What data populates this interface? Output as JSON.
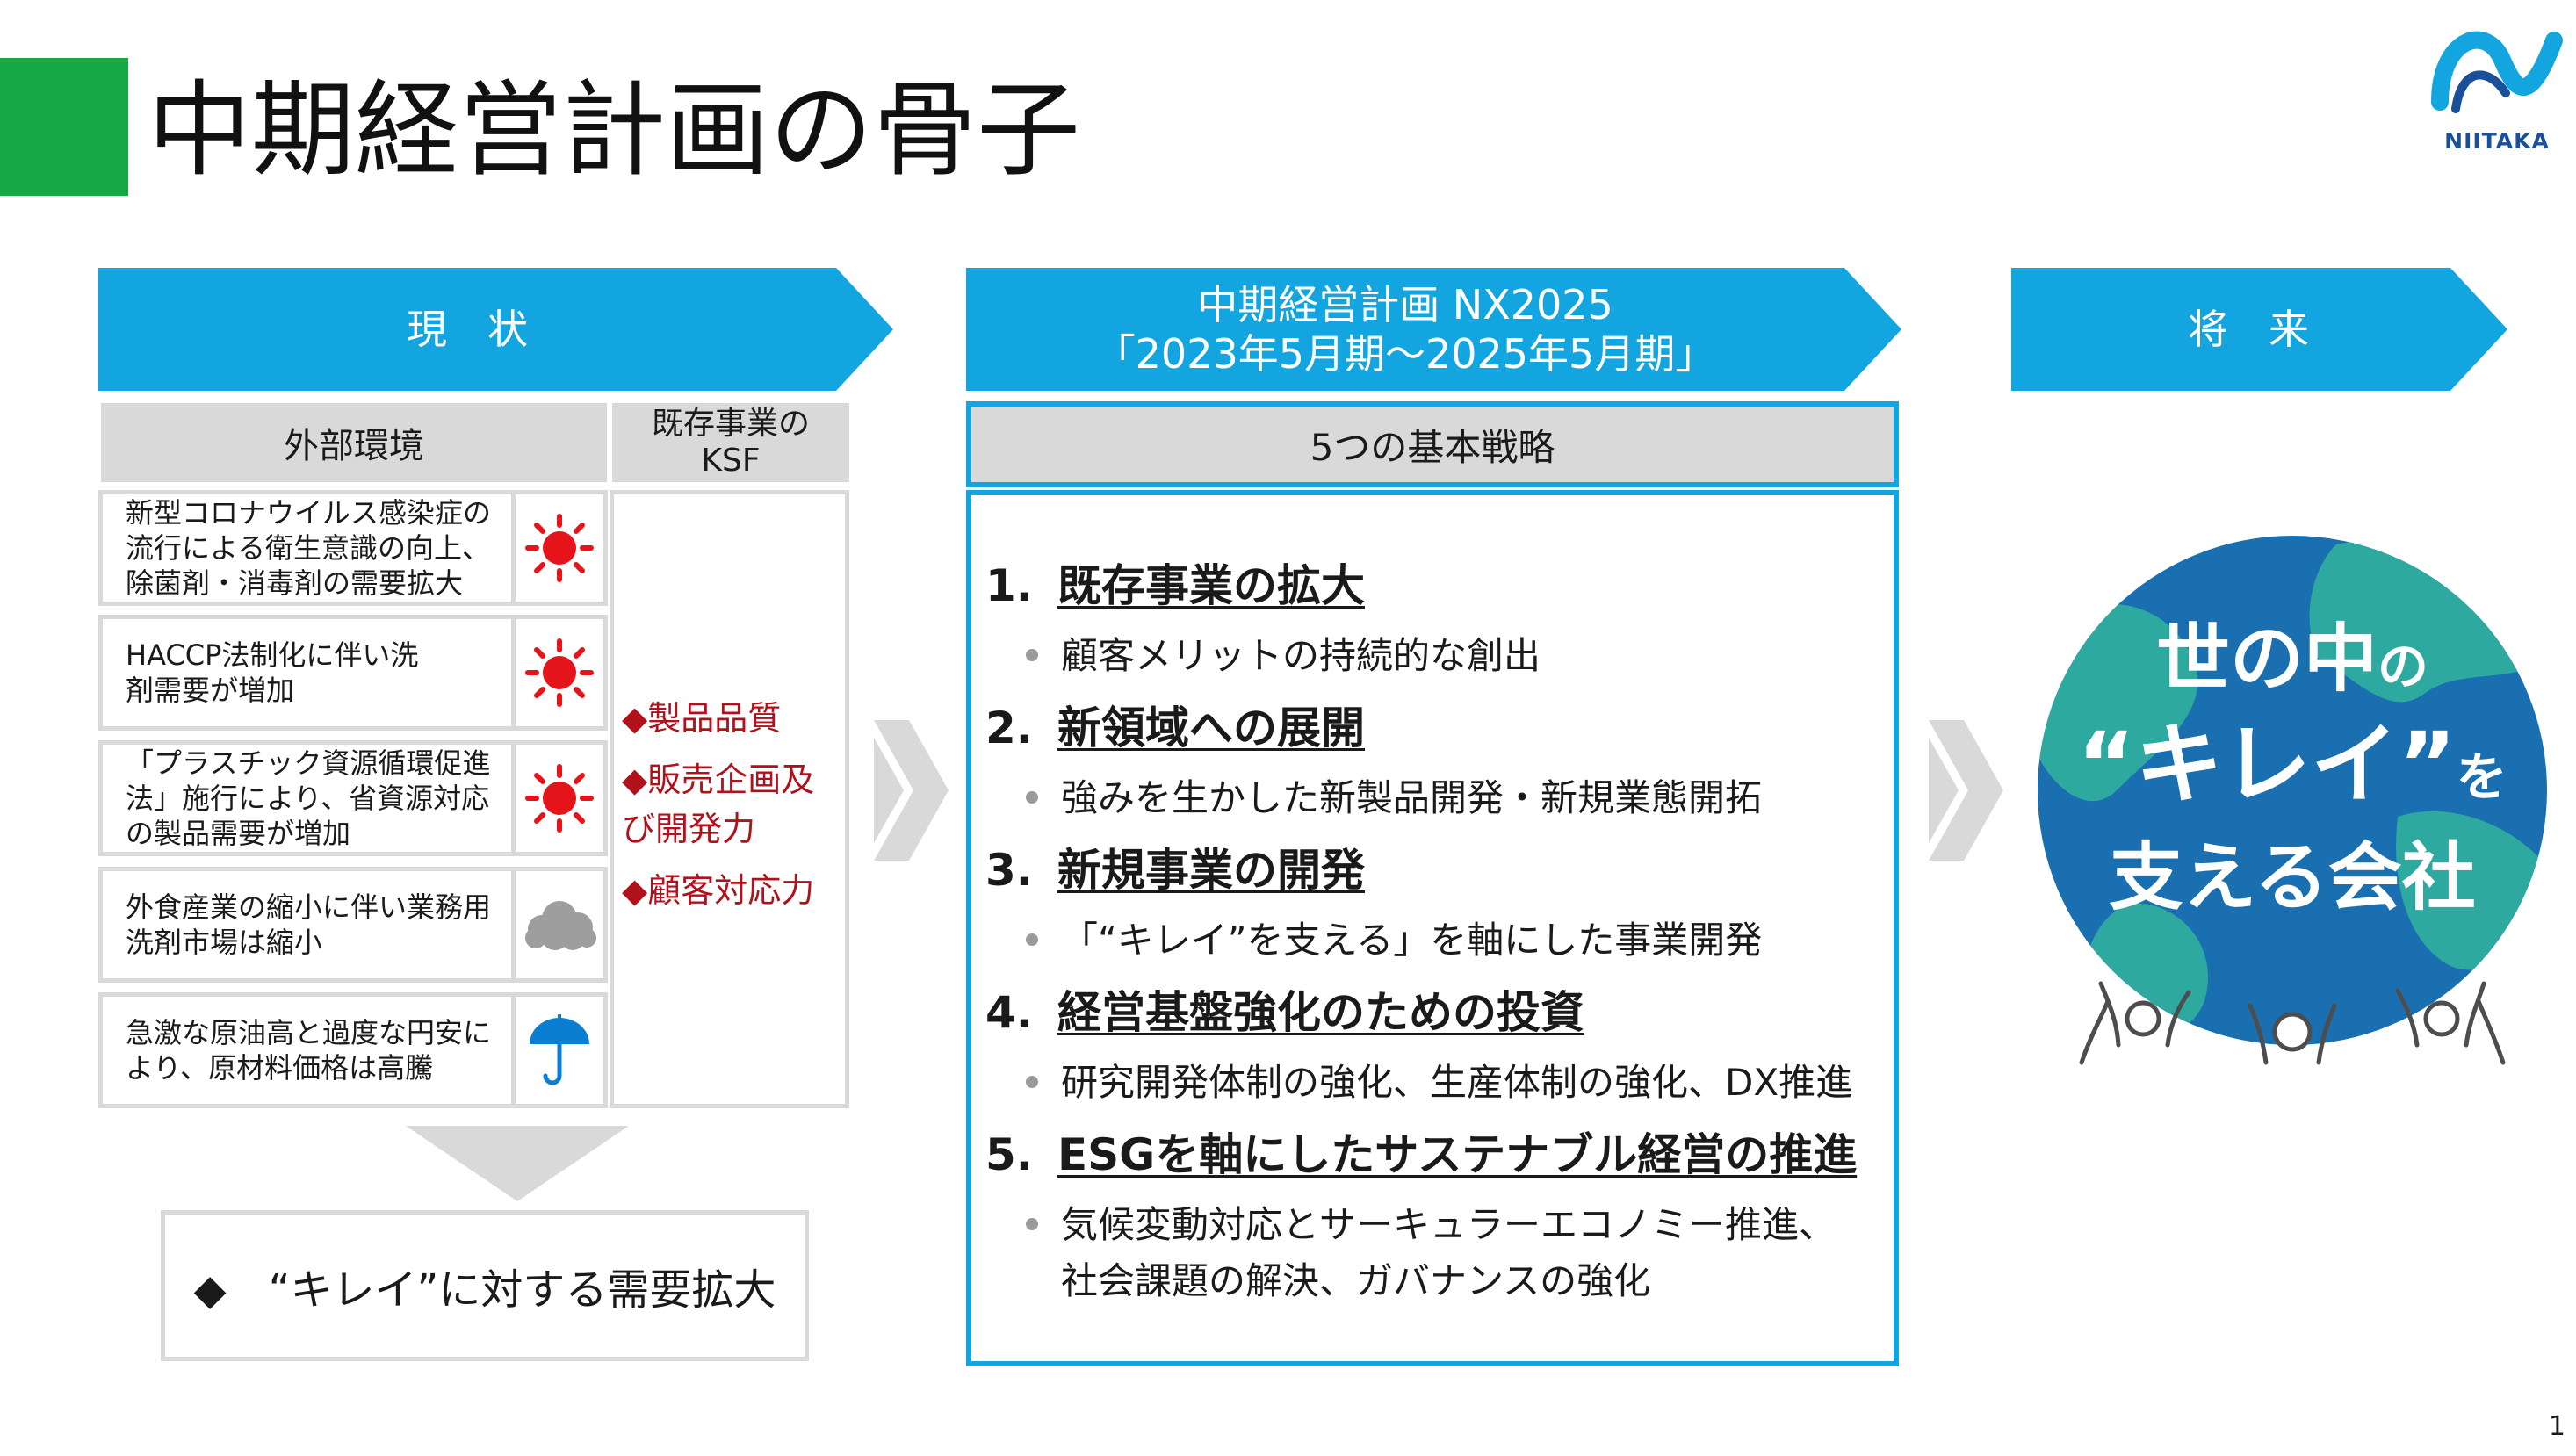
{
  "page": {
    "title": "中期経営計画の骨子",
    "page_number": "1"
  },
  "logo": {
    "text": "NIITAKA",
    "accent_color": "#12a5df",
    "dark_color": "#1a4f9a"
  },
  "colors": {
    "banner": "#12a5df",
    "green": "#17a845",
    "ksf_red": "#b0111b",
    "gray": "#d9d9d9"
  },
  "current": {
    "banner": "現　状",
    "external_header": "外部環境",
    "ksf_header_line1": "既存事業の",
    "ksf_header_line2": "KSF",
    "rows": [
      {
        "text": "新型コロナウイルス感染症の流行による衛生意識の向上、除菌剤・消毒剤の需要拡大",
        "icon": "sun-icon"
      },
      {
        "text": "HACCP法制化に伴い洗剤需要が増加",
        "icon": "sun-icon"
      },
      {
        "text": "「プラスチック資源循環促進法」施行により、省資源対応の製品需要が増加",
        "icon": "sun-icon"
      },
      {
        "text": "外食産業の縮小に伴い業務用洗剤市場は縮小",
        "icon": "cloud-icon"
      },
      {
        "text": "急激な原油高と過度な円安により、原材料価格は高騰",
        "icon": "umbrella-icon"
      }
    ],
    "ksf_items": [
      "◆製品品質",
      "◆販売企画及び開発力",
      "◆顧客対応力"
    ],
    "conclusion": "◆　“キレイ”に対する需要拡大"
  },
  "plan": {
    "banner_line1": "中期経営計画 NX2025",
    "banner_line2": "「2023年5月期～2025年5月期」",
    "strategies_header": "5つの基本戦略",
    "strategies": [
      {
        "num": "1.",
        "title": "既存事業の拡大",
        "sub": "顧客メリットの持続的な創出"
      },
      {
        "num": "2.",
        "title": "新領域への展開",
        "sub": "強みを生かした新製品開発・新規業態開拓"
      },
      {
        "num": "3.",
        "title": "新規事業の開発",
        "sub": "「“キレイ”を支える」を軸にした事業開発"
      },
      {
        "num": "4.",
        "title": "経営基盤強化のための投資",
        "sub": "研究開発体制の強化、生産体制の強化、DX推進"
      },
      {
        "num": "5.",
        "title": "ESGを軸にしたサステナブル経営の推進",
        "sub": "気候変動対応とサーキュラーエコノミー推進、",
        "sub2": "社会課題の解決、ガバナンスの強化"
      }
    ]
  },
  "future": {
    "banner": "将　来",
    "globe_line1": "世の中",
    "globe_line1_small": "の",
    "globe_line2": "“キレイ”",
    "globe_line2_small": "を",
    "globe_line3": "支える会社"
  }
}
